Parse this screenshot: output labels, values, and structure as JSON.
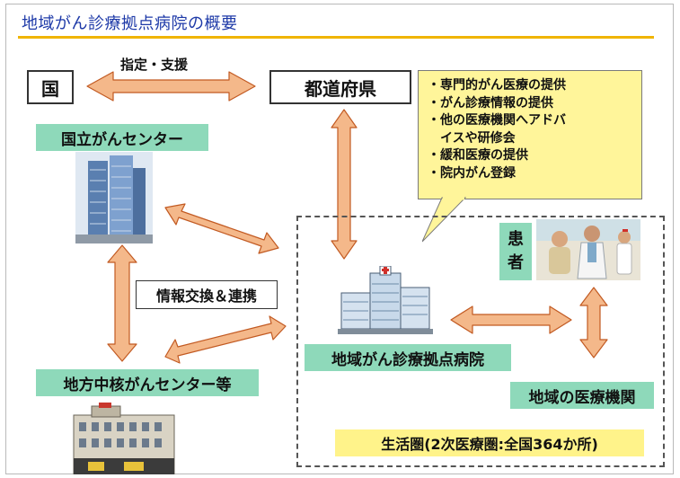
{
  "title": "地域がん診療拠点病院の概要",
  "colors": {
    "title": "#1e3aa8",
    "title_underline": "#f0b400",
    "arrow_fill": "#f4b88a",
    "arrow_stroke": "#c25a22",
    "teal_label": "#8ed9ba",
    "yellow_label": "#fff38a",
    "bubble": "#fff59a"
  },
  "nodes": {
    "country": "国",
    "prefecture": "都道府県",
    "ncc": "国立がんセンター",
    "regional_center": "地方中核がんセンター等",
    "base_hospital": "地域がん診療拠点病院",
    "patient": "患者",
    "local_medical": "地域の医療機関"
  },
  "links": {
    "designation_support": "指定・支援",
    "info_exchange": "情報交換＆連携"
  },
  "bubble": {
    "items": [
      "・専門的がん医療の提供",
      "・がん診療情報の提供",
      "・他の医療機関へアドバ",
      "　イスや研修会",
      "・緩和医療の提供",
      "・院内がん登録"
    ]
  },
  "area": {
    "label": "生活圏(2次医療圏:全国364か所)"
  },
  "icons": {
    "ncc_building": "office-tower-icon",
    "hospital_building": "hospital-building-icon",
    "regional_building": "department-building-icon",
    "patient_photo": "doctor-patient-photo-icon"
  }
}
